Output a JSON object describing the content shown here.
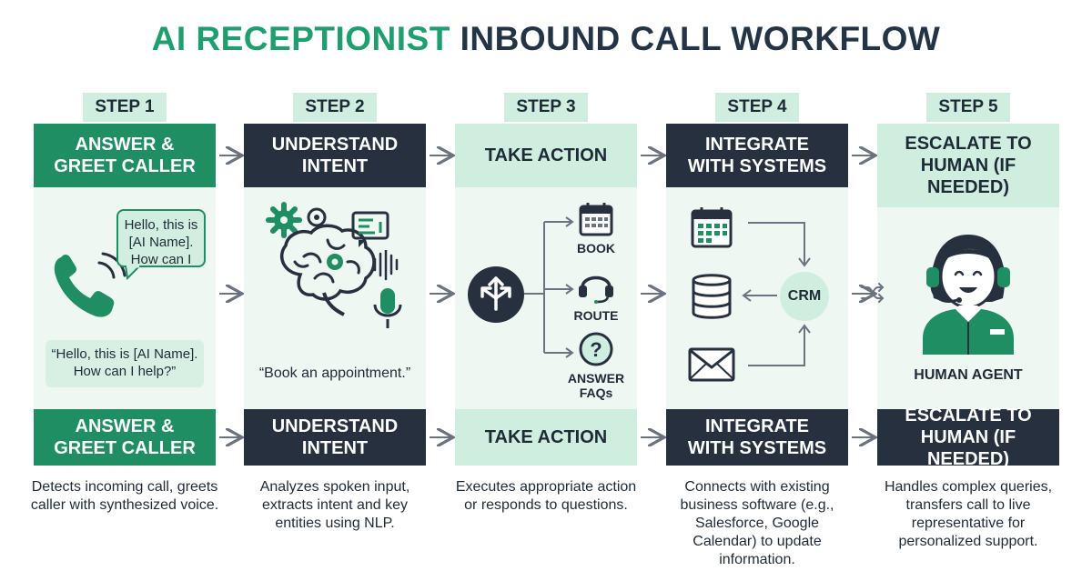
{
  "title": {
    "accent": "AI RECEPTIONIST",
    "rest": "INBOUND CALL WORKFLOW"
  },
  "steps": [
    {
      "tag": "STEP 1",
      "header": "ANSWER & GREET CALLER",
      "footer": "ANSWER & GREET CALLER",
      "description": "Detects incoming call, greets caller with synthesized voice.",
      "bubble_top": "Hello, this is [AI Name]. How can I",
      "bubble_bottom": "“Hello, this is [AI Name]. How can I help?”"
    },
    {
      "tag": "STEP 2",
      "header": "UNDERSTAND INTENT",
      "footer": "UNDERSTAND INTENT",
      "description": "Analyzes spoken input, extracts intent and key entities using NLP.",
      "quote": "“Book an appointment.”"
    },
    {
      "tag": "STEP 3",
      "header": "TAKE ACTION",
      "footer": "TAKE ACTION",
      "description": "Executes appropriate action or responds to questions.",
      "actions": [
        "BOOK",
        "ROUTE",
        "ANSWER FAQs"
      ]
    },
    {
      "tag": "STEP 4",
      "header": "INTEGRATE WITH SYSTEMS",
      "footer": "INTEGRATE WITH SYSTEMS",
      "description": "Connects with existing business software (e.g., Salesforce, Google Calendar) to update information.",
      "hub": "CRM"
    },
    {
      "tag": "STEP 5",
      "header": "ESCALATE TO HUMAN (IF NEEDED)",
      "footer": "ESCALATE TO HUMAN (IF NEEDED)",
      "description": "Handles complex queries, transfers call to live representative for personalized support.",
      "agent_label": "HUMAN AGENT"
    }
  ],
  "colors": {
    "green": "#1f8f63",
    "navy": "#26303f",
    "light": "#cfeee0",
    "panel": "#eef7f2"
  },
  "icons": [
    "phone-icon",
    "gears-icon",
    "brain-icon",
    "waveform-icon",
    "microphone-icon",
    "branch-arrows-icon",
    "calendar-icon",
    "headset-icon",
    "question-icon",
    "database-icon",
    "mail-icon",
    "shuffle-icon",
    "human-agent-icon"
  ]
}
